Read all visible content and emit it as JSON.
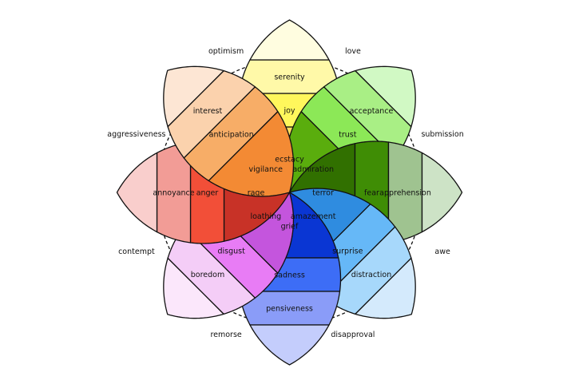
{
  "diagram": {
    "name": "",
    "petals": [
      {
        "id": "joy",
        "angle": 90,
        "emotions": [
          "ecstacy",
          "joy",
          "serenity"
        ],
        "colors": [
          "#ffde5e",
          "#fff75c",
          "#fff9a8",
          "#fffde0"
        ]
      },
      {
        "id": "trust",
        "angle": 45,
        "emotions": [
          "admiration",
          "trust",
          "acceptance"
        ],
        "colors": [
          "#5aad0d",
          "#8ce857",
          "#a9ef85",
          "#d1f9c4"
        ]
      },
      {
        "id": "fear",
        "angle": 0,
        "emotions": [
          "terror",
          "fear",
          "apprehension"
        ],
        "colors": [
          "#317000",
          "#3f8d05",
          "#9fc390",
          "#cde3c6"
        ]
      },
      {
        "id": "surprise",
        "angle": -45,
        "emotions": [
          "amazement",
          "surprise",
          "distraction"
        ],
        "colors": [
          "#2f8ce0",
          "#66b8f7",
          "#a7d8fb",
          "#d4eafc"
        ]
      },
      {
        "id": "sadness",
        "angle": -90,
        "emotions": [
          "grief",
          "sadness",
          "pensiveness"
        ],
        "colors": [
          "#0a36d3",
          "#3d6df6",
          "#8a9cf8",
          "#c4cdfc"
        ]
      },
      {
        "id": "disgust",
        "angle": -135,
        "emotions": [
          "loathing",
          "disgust",
          "boredom"
        ],
        "colors": [
          "#c455dd",
          "#e87cf5",
          "#f4cdf7",
          "#fbe7fb"
        ]
      },
      {
        "id": "anger",
        "angle": 180,
        "emotions": [
          "rage",
          "anger",
          "annoyance"
        ],
        "colors": [
          "#c83227",
          "#f24f38",
          "#f29c96",
          "#f9cecc"
        ]
      },
      {
        "id": "anticipation",
        "angle": 135,
        "emotions": [
          "vigilance",
          "anticipation",
          "interest"
        ],
        "colors": [
          "#f38a34",
          "#f7ad67",
          "#fbd2ad",
          "#fde6d4"
        ]
      }
    ],
    "dyads": [
      {
        "label": "love",
        "angle": 67.5
      },
      {
        "label": "submission",
        "angle": 22.5
      },
      {
        "label": "awe",
        "angle": -22.5
      },
      {
        "label": "disapproval",
        "angle": -67.5
      },
      {
        "label": "remorse",
        "angle": -112.5
      },
      {
        "label": "contempt",
        "angle": -157.5
      },
      {
        "label": "aggressiveness",
        "angle": 157.5
      },
      {
        "label": "optimism",
        "angle": 112.5
      }
    ]
  }
}
